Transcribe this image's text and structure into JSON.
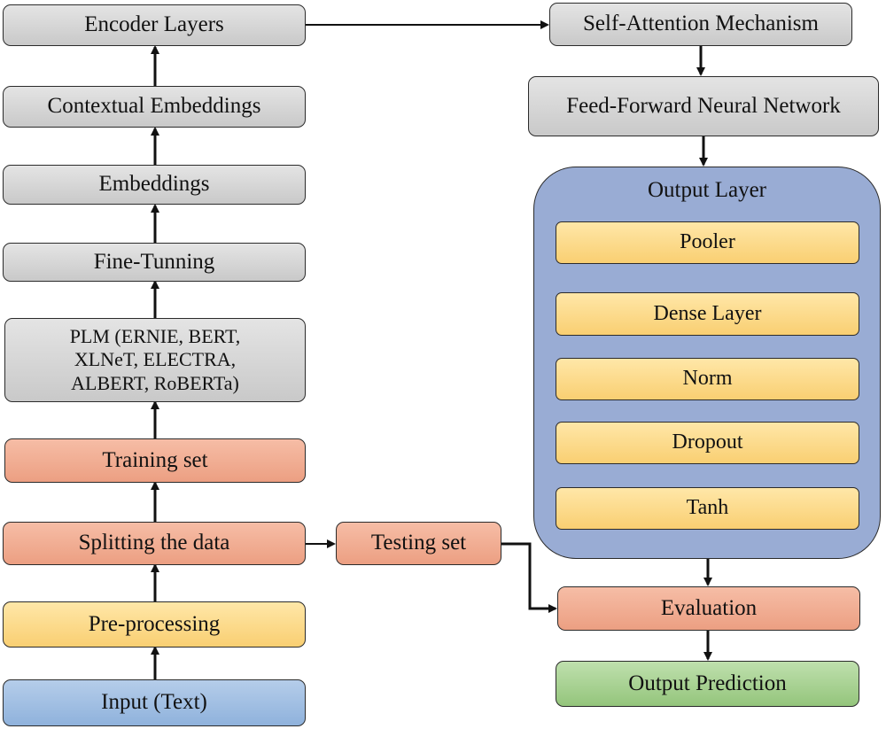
{
  "left_column": {
    "encoder_layers": "Encoder Layers",
    "contextual_embeddings": "Contextual Embeddings",
    "embeddings": "Embeddings",
    "fine_tunning": "Fine-Tunning",
    "plm_line1": "PLM (ERNIE, BERT,",
    "plm_line2": "XLNeT, ELECTRA,",
    "plm_line3": "ALBERT, RoBERTa)",
    "training_set": "Training set",
    "splitting": "Splitting the data",
    "pre_processing": "Pre-processing",
    "input": "Input (Text)"
  },
  "middle": {
    "testing_set": "Testing set"
  },
  "right_column": {
    "self_attention": "Self-Attention Mechanism",
    "ffnn": "Feed-Forward Neural Network",
    "output_layer": {
      "title": "Output Layer",
      "items": [
        "Pooler",
        "Dense Layer",
        "Norm",
        "Dropout",
        "Tanh"
      ]
    },
    "evaluation": "Evaluation",
    "output_prediction": "Output Prediction"
  },
  "colors": {
    "gray": "#d6d6d6",
    "salmon": "#f2ae94",
    "yellow": "#fcdb8c",
    "blue": "#a3c0e3",
    "green": "#a8d394",
    "output_layer_bg": "#99acd4"
  }
}
